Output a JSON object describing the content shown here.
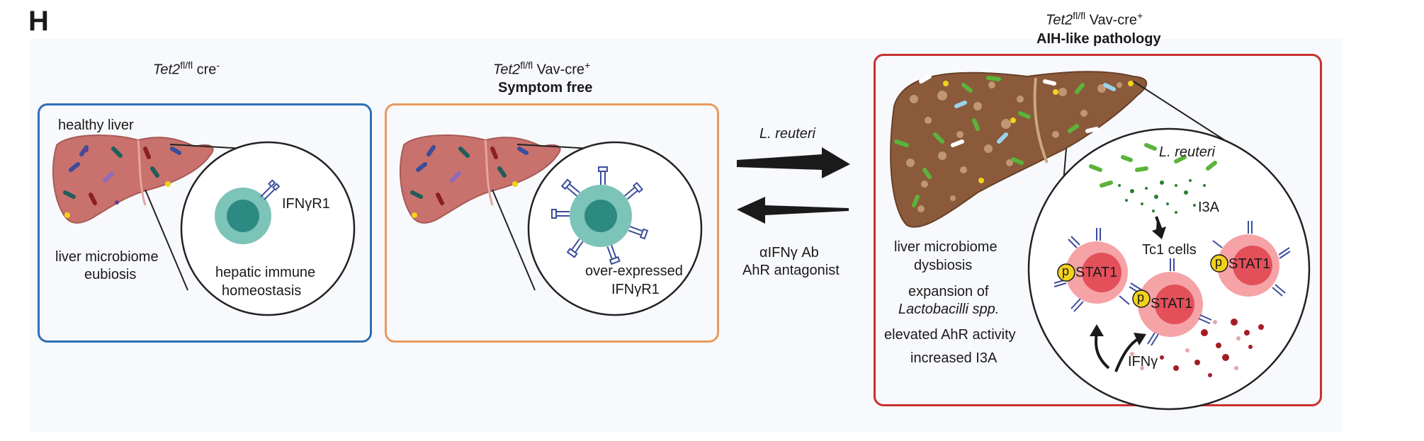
{
  "panel_label": "H",
  "colors": {
    "healthy_border": "#2f6fb5",
    "symptom_free_border": "#e89a5d",
    "aih_border": "#c9302c",
    "liver": "#c9716c",
    "liver_diseased": "#8a5a3b",
    "immune_cell": "#5aa9a0",
    "tc1_cell": "#ef7a80",
    "bacteria_green": "#5bb33a"
  },
  "groups": {
    "wt": {
      "genotype": "Tet2",
      "superscript": "fl/fl",
      "cre": " cre",
      "cre_sup": "-"
    },
    "symptom_free": {
      "genotype": "Tet2",
      "superscript": "fl/fl",
      "cre": " Vav-cre",
      "cre_sup": "+",
      "subtitle": "Symptom free"
    },
    "aih": {
      "genotype": "Tet2",
      "superscript": "fl/fl",
      "cre": " Vav-cre",
      "cre_sup": "+",
      "subtitle": "AIH-like pathology"
    }
  },
  "panel1": {
    "healthy_liver": "healthy liver",
    "receptor": "IFNγR1",
    "microbiome_line1": "liver microbiome",
    "microbiome_line2": "eubiosis",
    "immune_line1": "hepatic immune",
    "immune_line2": "homeostasis"
  },
  "panel2": {
    "overexpressed_line1": "over-expressed",
    "overexpressed_line2": "IFNγR1"
  },
  "arrows": {
    "forward_label": "L. reuteri",
    "reverse_line1": "αIFNγ Ab",
    "reverse_line2": "AhR antagonist"
  },
  "panel3": {
    "dysbiosis_line1": "liver microbiome",
    "dysbiosis_line2": "dysbiosis",
    "expansion_line1": "expansion of",
    "expansion_line2": "Lactobacilli spp.",
    "ahr": "elevated AhR activity",
    "i3a_increase": "increased I3A",
    "bacteria": "L. reuteri",
    "metabolite": "I3A",
    "cells": "Tc1 cells",
    "stat": "STAT1",
    "phospho": "p",
    "cytokine": "IFNγ"
  }
}
